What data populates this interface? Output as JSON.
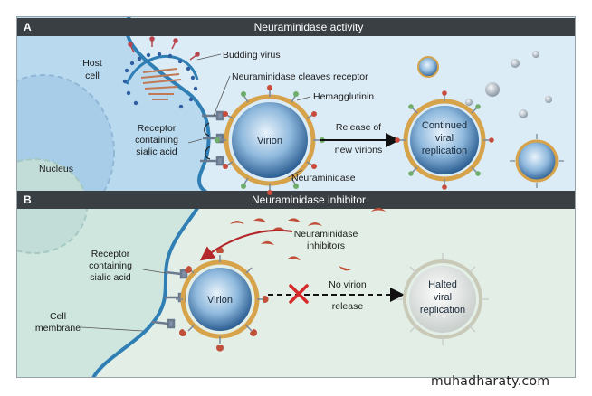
{
  "panel_a": {
    "letter": "A",
    "title": "Neuraminidase activity",
    "labels": {
      "host_cell": [
        "Host",
        "cell"
      ],
      "nucleus": "Nucleus",
      "budding_virus": "Budding virus",
      "na_cleaves": "Neuraminidase cleaves receptor",
      "hemagglutinin": "Hemagglutinin",
      "receptor": [
        "Receptor",
        "containing",
        "sialic acid"
      ],
      "virion": "Virion",
      "release": [
        "Release of",
        "new virions"
      ],
      "continued": [
        "Continued",
        "viral",
        "replication"
      ],
      "neuraminidase": "Neuraminidase"
    }
  },
  "panel_b": {
    "letter": "B",
    "title": "Neuraminidase inhibitor",
    "labels": {
      "receptor": [
        "Receptor",
        "containing",
        "sialic acid"
      ],
      "cell_membrane": [
        "Cell",
        "membrane"
      ],
      "virion": "Virion",
      "inhibitors": [
        "Neuraminidase",
        "inhibitors"
      ],
      "no_release": [
        "No virion",
        "release"
      ],
      "halted": [
        "Halted",
        "viral",
        "replication"
      ]
    }
  },
  "watermark": "muhadharaty.com",
  "colors": {
    "header_bar": "#3a3f44",
    "panel_a_bg": "#dcecf6",
    "panel_b_bg": "#e3efe6",
    "cell_bg": "#b9d9ef",
    "membrane": "#2f7fb5",
    "virion_core": "#2e6aa3",
    "virion_ring": "#d6a24a",
    "inhibitor": "#c0503a",
    "block_x": "#d62a2a"
  }
}
